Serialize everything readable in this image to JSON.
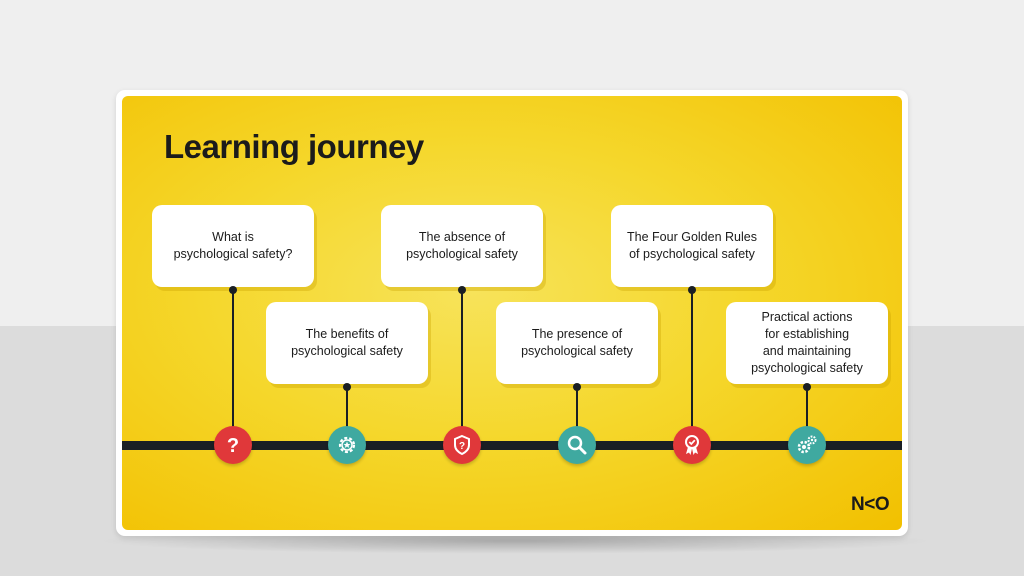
{
  "title": "Learning journey",
  "logo": "N<O",
  "colors": {
    "red": "#e0383a",
    "teal": "#3fa9a0",
    "dark": "#1a1f24",
    "yellow": "#f5d72b"
  },
  "steps": [
    {
      "label": "What is\npsychological safety?",
      "icon": "question-mark-icon",
      "color": "#e0383a"
    },
    {
      "label": "The benefits of\npsychological safety",
      "icon": "gear-star-icon",
      "color": "#3fa9a0"
    },
    {
      "label": "The absence of\npsychological safety",
      "icon": "shield-question-icon",
      "color": "#e0383a"
    },
    {
      "label": "The presence of\npsychological safety",
      "icon": "magnifier-icon",
      "color": "#3fa9a0"
    },
    {
      "label": "The Four Golden Rules\nof psychological safety",
      "icon": "award-ribbon-icon",
      "color": "#e0383a"
    },
    {
      "label": "Practical actions\nfor establishing\nand maintaining\npsychological safety",
      "icon": "gears-icon",
      "color": "#3fa9a0"
    }
  ]
}
